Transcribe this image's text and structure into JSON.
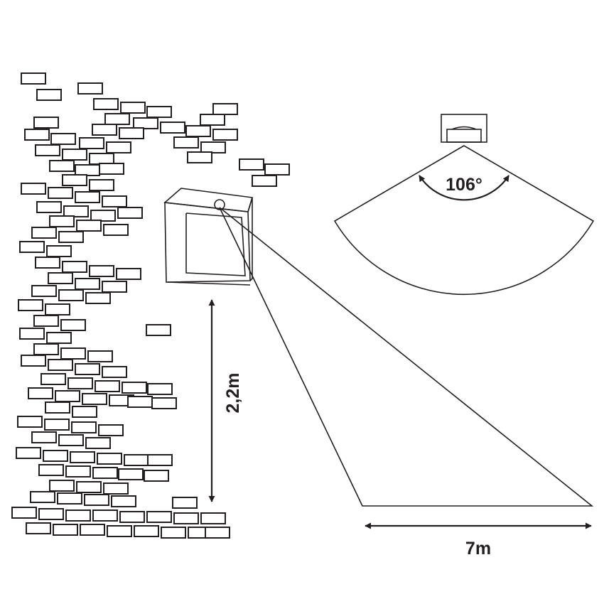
{
  "diagram": {
    "height_label": "2,2m",
    "range_label": "7m",
    "angle_label": "106°"
  },
  "colors": {
    "stroke": "#231f20",
    "background": "#ffffff"
  },
  "icons": [
    "brick-wall-icon",
    "motion-sensor-lamp-icon",
    "sensor-top-view-icon"
  ]
}
